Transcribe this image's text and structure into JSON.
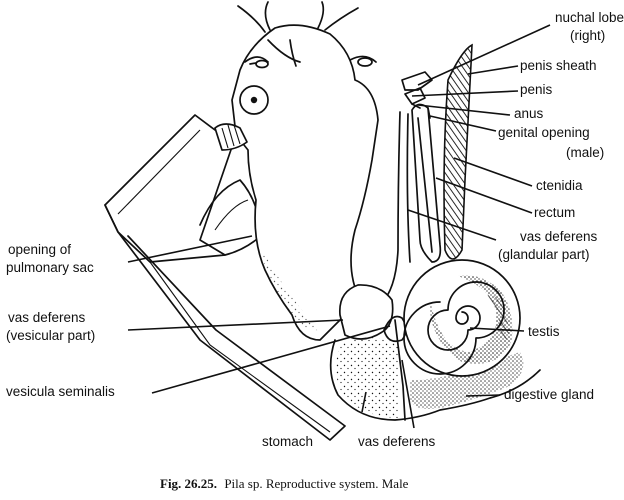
{
  "labels": {
    "nuchal_lobe": [
      "nuchal lobe",
      "(right)"
    ],
    "penis_sheath": "penis sheath",
    "penis": "penis",
    "anus": "anus",
    "genital_opening": [
      "genital opening",
      "(male)"
    ],
    "ctenidia": "ctenidia",
    "rectum": "rectum",
    "vas_deferens_glandular": [
      "vas deferens",
      "(glandular part)"
    ],
    "opening_pulmonary_sac": [
      "opening of",
      "pulmonary sac"
    ],
    "vas_deferens_vesicular": [
      "vas deferens",
      "(vesicular part)"
    ],
    "testis": "testis",
    "vesicula_seminalis": "vesicula seminalis",
    "digestive_gland": "digestive gland",
    "stomach": "stomach",
    "vas_deferens": "vas deferens"
  },
  "caption": {
    "number": "Fig. 26.25.",
    "text": "Pila sp. Reproductive system. Male"
  },
  "colors": {
    "ink": "#111111",
    "background": "#ffffff"
  }
}
